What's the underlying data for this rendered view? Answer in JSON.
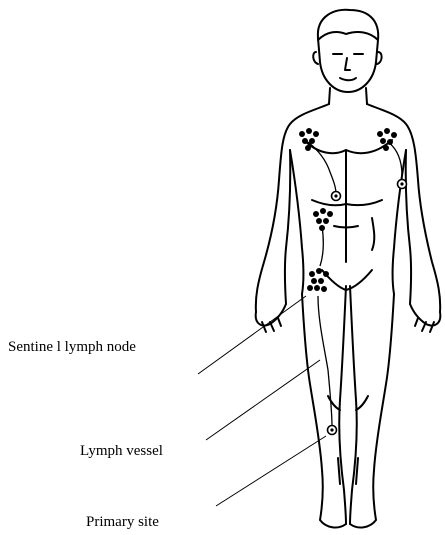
{
  "labels": {
    "sentinel": "Sentine l lymph node",
    "vessel": "Lymph vessel",
    "primary": "Primary site"
  },
  "colors": {
    "ink": "#000000",
    "paper": "#ffffff"
  },
  "icons": {
    "figure": "human-body-outline-icon",
    "node": "lymph-node-dot-icon"
  }
}
